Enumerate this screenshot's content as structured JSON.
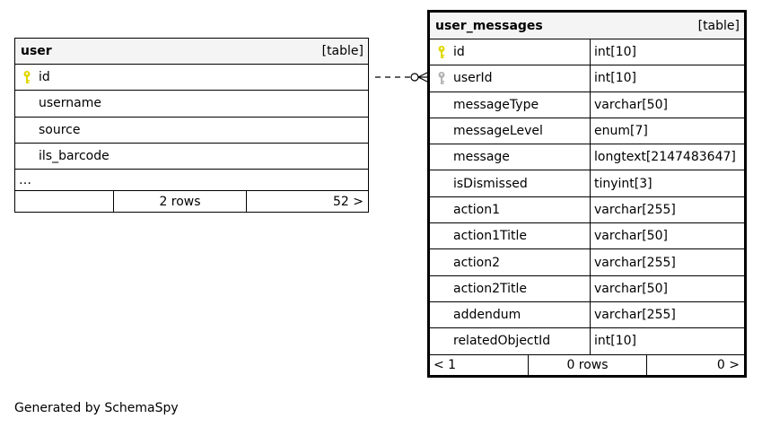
{
  "user_table": {
    "name": "user",
    "kind": "[table]",
    "columns": [
      {
        "name": "id",
        "key": "primary"
      },
      {
        "name": "username",
        "key": ""
      },
      {
        "name": "source",
        "key": ""
      },
      {
        "name": "ils_barcode",
        "key": ""
      }
    ],
    "more": "…",
    "footer": {
      "left": "",
      "middle": "2 rows",
      "right": "52 >"
    }
  },
  "messages_table": {
    "name": "user_messages",
    "kind": "[table]",
    "columns": [
      {
        "name": "id",
        "type": "int[10]",
        "key": "primary"
      },
      {
        "name": "userId",
        "type": "int[10]",
        "key": "foreign"
      },
      {
        "name": "messageType",
        "type": "varchar[50]",
        "key": ""
      },
      {
        "name": "messageLevel",
        "type": "enum[7]",
        "key": ""
      },
      {
        "name": "message",
        "type": "longtext[2147483647]",
        "key": ""
      },
      {
        "name": "isDismissed",
        "type": "tinyint[3]",
        "key": ""
      },
      {
        "name": "action1",
        "type": "varchar[255]",
        "key": ""
      },
      {
        "name": "action1Title",
        "type": "varchar[50]",
        "key": ""
      },
      {
        "name": "action2",
        "type": "varchar[255]",
        "key": ""
      },
      {
        "name": "action2Title",
        "type": "varchar[50]",
        "key": ""
      },
      {
        "name": "addendum",
        "type": "varchar[255]",
        "key": ""
      },
      {
        "name": "relatedObjectId",
        "type": "int[10]",
        "key": ""
      }
    ],
    "footer": {
      "left": "< 1",
      "middle": "0 rows",
      "right": "0 >"
    }
  },
  "relationship": {
    "style": "dashed",
    "end": "crow-foot-zero-many",
    "color": "#000000"
  },
  "colors": {
    "primary_key": "#e0d800",
    "foreign_key": "#b4b4b4",
    "header_bg": "#f4f4f4"
  },
  "credit": "Generated by SchemaSpy"
}
